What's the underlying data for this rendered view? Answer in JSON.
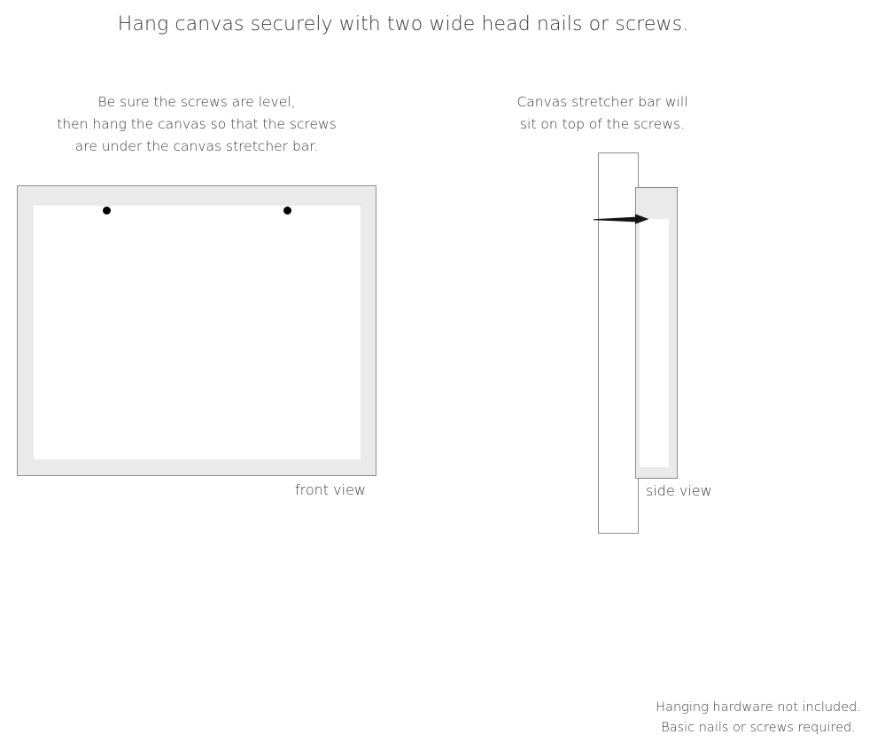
{
  "title": "Hang canvas securely with two wide head nails or screws.",
  "captions": {
    "left": {
      "line1": "Be sure the screws are level,",
      "line2": "then hang the canvas so that the screws",
      "line3": "are under the canvas stretcher bar."
    },
    "right": {
      "line1": "Canvas stretcher bar will",
      "line2": "sit on top of the screws."
    }
  },
  "diagrams": {
    "front": {
      "label": "front view",
      "frame_color": "#eaeaea",
      "frame_border_color": "#8d8d8d",
      "canvas_color": "#ffffff",
      "screw_color": "#000000",
      "screw_count": 2
    },
    "side": {
      "label": "side view",
      "wall_color": "#ffffff",
      "bar_color": "#eaeaea",
      "bar_border_color": "#8d8d8d",
      "nail_color": "#141414"
    }
  },
  "disclaimer": {
    "line1": "Hanging hardware not included.",
    "line2": "Basic nails or screws required."
  }
}
